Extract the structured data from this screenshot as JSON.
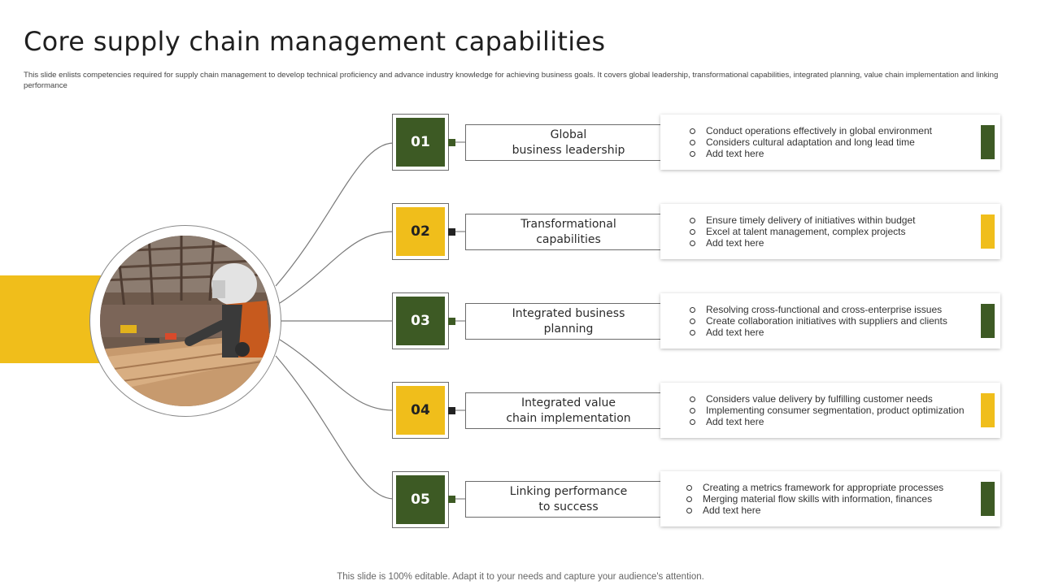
{
  "title": "Core supply chain management capabilities",
  "subtitle": "This slide enlists competencies required for supply chain management  to develop technical proficiency and advance industry knowledge for achieving business goals. It covers global leadership, transformational capabilities, integrated planning, value chain implementation  and linking performance",
  "footer": "This slide is 100% editable. Adapt it to your needs and capture your audience's attention.",
  "colors": {
    "green": "#3d5a24",
    "yellow": "#f0be1b",
    "border": "#6b6b6b"
  },
  "items": [
    {
      "number": "01",
      "label": "Global\nbusiness leadership",
      "color": "green",
      "points": [
        "Conduct operations effectively in global environment",
        "Considers cultural adaptation and long lead time",
        "Add text here"
      ]
    },
    {
      "number": "02",
      "label": "Transformational\ncapabilities",
      "color": "yellow",
      "points": [
        "Ensure timely delivery of initiatives within budget",
        "Excel at talent management, complex projects",
        "Add text here"
      ]
    },
    {
      "number": "03",
      "label": "Integrated business\nplanning",
      "color": "green",
      "points": [
        "Resolving cross-functional and cross-enterprise issues",
        "Create collaboration initiatives with suppliers and clients",
        "Add text here"
      ]
    },
    {
      "number": "04",
      "label": "Integrated value\nchain implementation",
      "color": "yellow",
      "points": [
        "Considers value delivery by fulfilling customer needs",
        "Implementing consumer segmentation, product optimization",
        "Add text here"
      ]
    },
    {
      "number": "05",
      "label": "Linking performance\nto success",
      "color": "green",
      "points": [
        "Creating a metrics framework for appropriate processes",
        "Merging material flow skills with information, finances",
        "Add text here"
      ]
    }
  ]
}
